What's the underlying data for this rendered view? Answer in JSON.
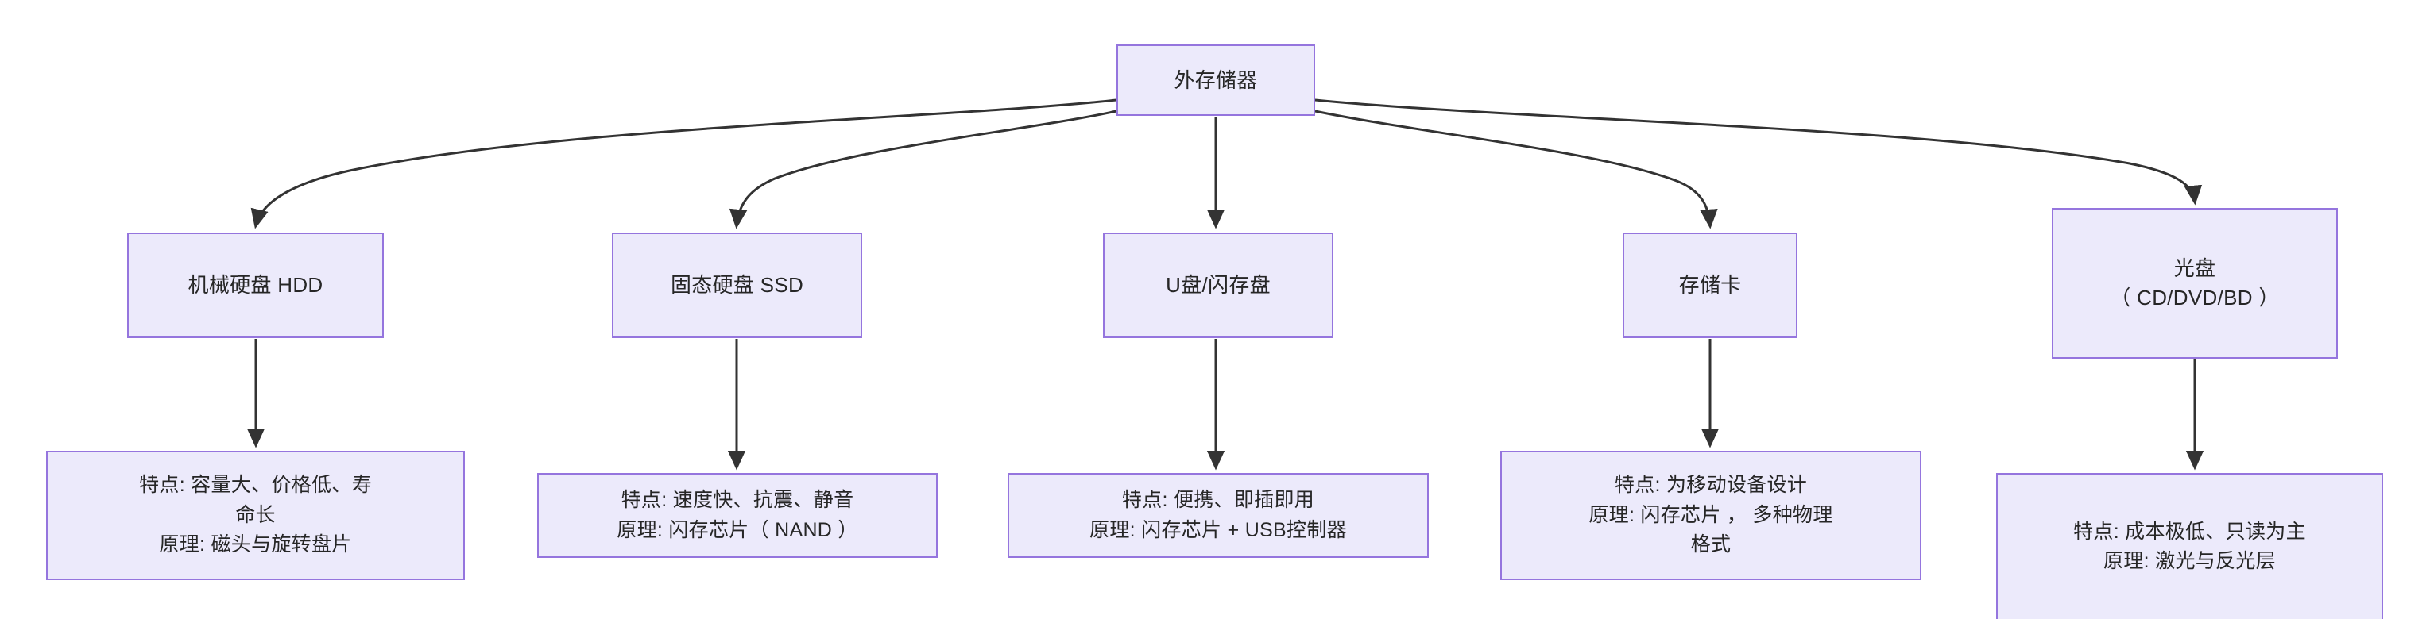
{
  "diagram": {
    "title": "外存储器",
    "type": "flowchart-tree",
    "direction": "top-down",
    "theme": {
      "node_fill": "#ECEAFB",
      "node_border": "#9575DE",
      "edge_color": "#333333",
      "text_color": "#262626",
      "background": "#ffffff"
    },
    "root": {
      "label": "外存储器"
    },
    "categories": [
      {
        "label": "机械硬盘 HDD",
        "detail_lines": [
          "特点: 容量大、价格低、寿",
          "命长",
          "原理: 磁头与旋转盘片"
        ]
      },
      {
        "label": "固态硬盘 SSD",
        "detail_lines": [
          "特点: 速度快、抗震、静音",
          "原理: 闪存芯片（ NAND ）"
        ]
      },
      {
        "label": "U盘/闪存盘",
        "detail_lines": [
          "特点: 便携、即插即用",
          "原理: 闪存芯片 + USB控制器"
        ]
      },
      {
        "label": "存储卡",
        "detail_lines": [
          "特点: 为移动设备设计",
          "原理: 闪存芯片 ，  多种物理",
          "格式"
        ]
      },
      {
        "label": "光盘",
        "label_line2": "（ CD/DVD/BD ）",
        "detail_lines": [
          "特点: 成本极低、只读为主",
          "原理: 激光与反光层"
        ]
      }
    ]
  }
}
